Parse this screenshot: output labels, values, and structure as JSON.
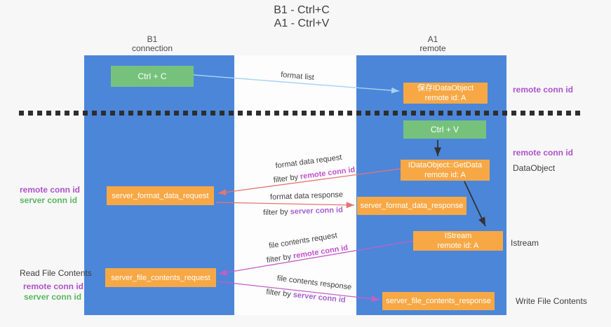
{
  "title": {
    "line1": "B1 - Ctrl+C",
    "line2": "A1 - Ctrl+V"
  },
  "lanes": {
    "b1": {
      "name": "B1",
      "subtitle": "connection"
    },
    "a1": {
      "name": "A1",
      "subtitle": "remote"
    }
  },
  "nodes": {
    "ctrl_c": {
      "label": "Ctrl + C"
    },
    "ctrl_v": {
      "label": "Ctrl + V"
    },
    "save_dataobject": {
      "line1": "保存IDataObject",
      "line2": "remote id: A"
    },
    "getdata": {
      "line1": "IDataObject::GetData",
      "line2": "remote id: A"
    },
    "istream": {
      "line1": "IStream",
      "line2": "remote id: A"
    },
    "format_request": {
      "label": "server_format_data_request"
    },
    "format_response": {
      "label": "server_format_data_response"
    },
    "file_request": {
      "label": "server_file_contents_request"
    },
    "file_response": {
      "label": "server_file_contents_response"
    }
  },
  "edge_labels": {
    "format_list": "format list",
    "format_data_request": "format data request",
    "format_data_response": "format data response",
    "file_contents_request": "file contents request",
    "file_contents_response": "file contents response",
    "filter_by": "filter by ",
    "remote_conn_id": "remote conn id",
    "server_conn_id": "server conn id"
  },
  "annotations": {
    "remote_conn_id_1": "remote conn id",
    "remote_conn_id_2": "remote conn id",
    "dataobject": "DataObject",
    "istream": "Istream",
    "write_file_contents": "Write File Contents",
    "read_file_contents": "Read File Contents",
    "mid_left": {
      "remote": "remote conn id",
      "server": "server conn id"
    },
    "bottom_left": {
      "remote": "remote conn id",
      "server": "server conn id"
    }
  },
  "colors": {
    "column_blue": "#4c86d9",
    "box_green": "#76c27c",
    "box_orange": "#f7a845",
    "arrow_light_blue": "#a6d2f2",
    "arrow_red": "#e57570",
    "arrow_magenta": "#c45ec9",
    "arrow_black": "#333333",
    "label_purple": "#ae53c8",
    "label_green": "#5cb660",
    "inline_remote_conn_id": "#c153c9",
    "inline_server_conn_id": "#a55fd2",
    "dash_line": "#2e2e2e"
  }
}
